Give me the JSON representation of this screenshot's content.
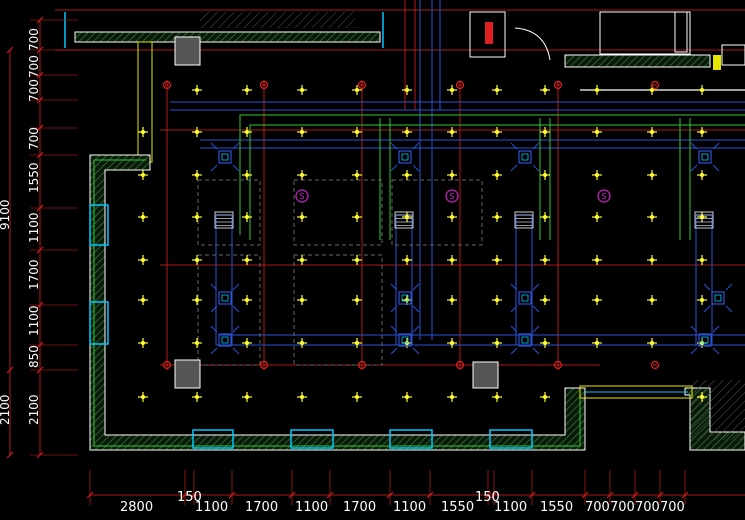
{
  "drawing": {
    "background": "#000000",
    "colors": {
      "wall": "#ffffff",
      "wall_hatch": "#2a6a2a",
      "green_outline": "#32c832",
      "yellow_outline": "#e6e600",
      "cyan": "#00c8ff",
      "grid_red": "#e02020",
      "duct_blue": "#2a52d6",
      "light_yellow": "#ffff33",
      "sprinkler_red": "#e02020",
      "smoke_magenta": "#d020d0",
      "dim_line": "#e02020",
      "text": "#ffffff"
    },
    "icons": [
      "ceiling-light-icon",
      "sprinkler-icon",
      "smoke-detector-icon",
      "air-diffuser-icon",
      "column-icon",
      "fire-hydrant-icon"
    ]
  },
  "dims_bottom": [
    {
      "label": "2800"
    },
    {
      "label": "150"
    },
    {
      "label": "1100"
    },
    {
      "label": "1700"
    },
    {
      "label": "1100"
    },
    {
      "label": "1700"
    },
    {
      "label": "1100"
    },
    {
      "label": "1550"
    },
    {
      "label": "150"
    },
    {
      "label": "1100"
    },
    {
      "label": "1550"
    },
    {
      "label": "700"
    },
    {
      "label": "700"
    },
    {
      "label": "700"
    },
    {
      "label": "700"
    }
  ],
  "dims_left_inner": [
    {
      "label": "700"
    },
    {
      "label": "700"
    },
    {
      "label": "700"
    },
    {
      "label": "700"
    },
    {
      "label": "1550"
    },
    {
      "label": "1100"
    },
    {
      "label": "1700"
    },
    {
      "label": "1100"
    },
    {
      "label": "850"
    },
    {
      "label": "2100"
    }
  ],
  "dims_left_outer": [
    {
      "label": "9100"
    },
    {
      "label": "2100"
    }
  ]
}
